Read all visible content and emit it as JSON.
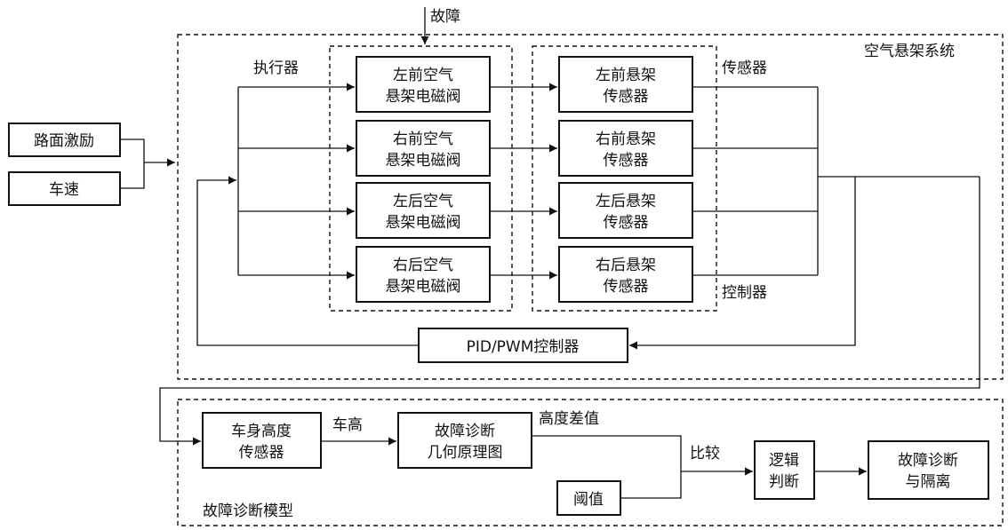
{
  "fault_input": "故障",
  "air_suspension_system": "空气悬架系统",
  "actuator_label": "执行器",
  "sensor_label": "传感器",
  "controller_label": "控制器",
  "inputs": {
    "road_excitation": "路面激励",
    "vehicle_speed": "车速"
  },
  "valves": [
    {
      "line1": "左前空气",
      "line2": "悬架电磁阀"
    },
    {
      "line1": "右前空气",
      "line2": "悬架电磁阀"
    },
    {
      "line1": "左后空气",
      "line2": "悬架电磁阀"
    },
    {
      "line1": "右后空气",
      "line2": "悬架电磁阀"
    }
  ],
  "sensors": [
    {
      "line1": "左前悬架",
      "line2": "传感器"
    },
    {
      "line1": "右前悬架",
      "line2": "传感器"
    },
    {
      "line1": "左后悬架",
      "line2": "传感器"
    },
    {
      "line1": "右后悬架",
      "line2": "传感器"
    }
  ],
  "pid_controller": "PID/PWM控制器",
  "diagnosis": {
    "model_label": "故障诊断模型",
    "body_height_sensor": {
      "line1": "车身高度",
      "line2": "传感器"
    },
    "vehicle_height_label": "车高",
    "geometry_diagram": {
      "line1": "故障诊断",
      "line2": "几何原理图"
    },
    "height_difference_label": "高度差值",
    "compare_label": "比较",
    "threshold": "阈值",
    "logic_judgment": {
      "line1": "逻辑",
      "line2": "判断"
    },
    "diagnosis_isolation": {
      "line1": "故障诊断",
      "line2": "与隔离"
    }
  }
}
